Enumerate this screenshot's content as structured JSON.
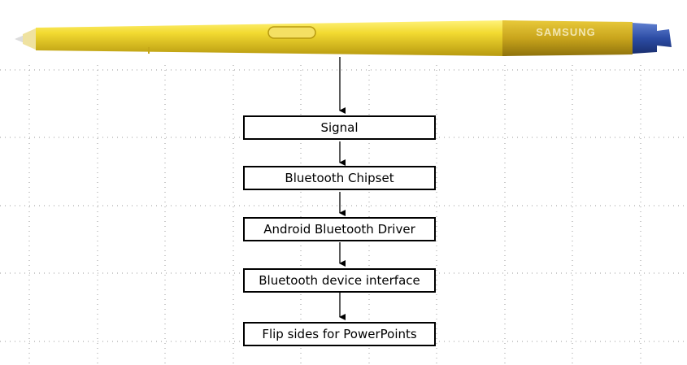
{
  "illustration": {
    "pen_brand": "SAMSUNG"
  },
  "flow": {
    "steps": [
      "Signal",
      "Bluetooth Chipset",
      "Android Bluetooth Driver",
      "Bluetooth device interface",
      "Flip sides for PowerPoints"
    ]
  },
  "colors": {
    "pen_body": "#F2DA31",
    "pen_sleeve": "#D6B21C",
    "pen_cap": "#2D4DA5",
    "box_border": "#000000",
    "arrow": "#000000"
  }
}
